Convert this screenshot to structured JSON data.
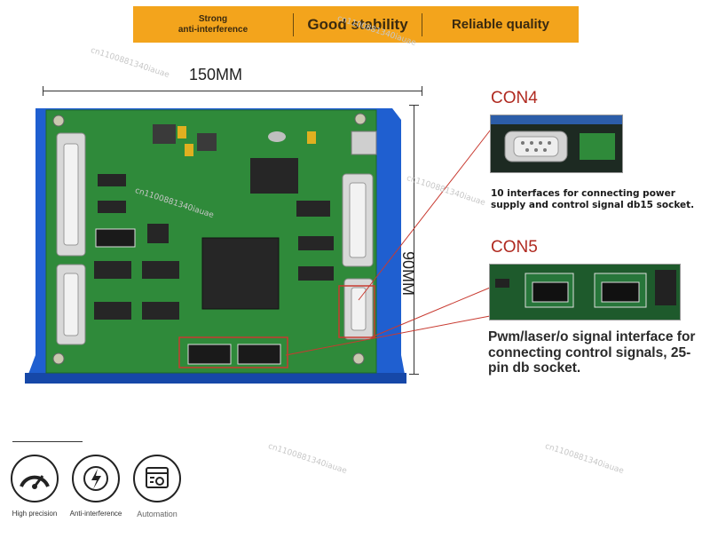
{
  "banner": {
    "col1": "Strong\nanti-interference",
    "col2": "Good stability",
    "col3": "Reliable quality"
  },
  "dimensions": {
    "width_label": "150MM",
    "height_label": "90MM"
  },
  "con4": {
    "title": "CON4",
    "description": "10 interfaces for connecting power supply and control signal db15 socket."
  },
  "con5": {
    "title": "CON5",
    "description": "Pwm/laser/o signal interface for connecting control signals, 25-pin db socket."
  },
  "features": [
    {
      "label": "High precision",
      "icon": "speedometer-icon"
    },
    {
      "label": "Anti-interference",
      "icon": "anti-interference-icon"
    },
    {
      "label": "Automation",
      "icon": "automation-gear-window-icon"
    }
  ],
  "watermark": "cn1100881340iauae",
  "colors": {
    "banner": "#f3a41c",
    "pcb": "#2f8a3a",
    "chassis": "#1f5fd0",
    "con_title": "#b02a20"
  }
}
